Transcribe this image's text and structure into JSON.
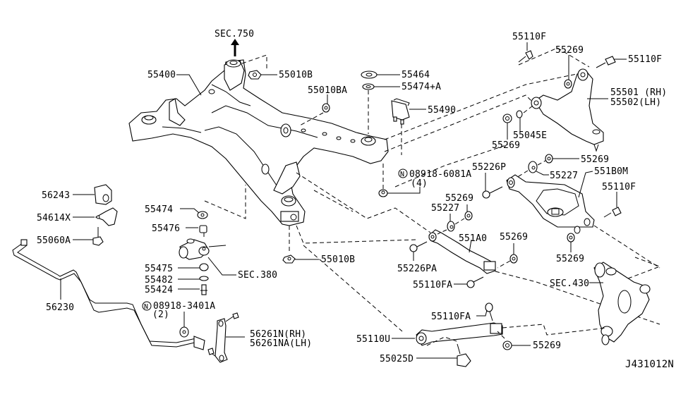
{
  "diagram": {
    "title": "Rear Suspension Member / Suspension Links Parts Diagram",
    "figure_code": "J431012N",
    "section_refs": {
      "sec750": "SEC.750",
      "sec380": "SEC.380",
      "sec430": "SEC.430"
    },
    "callouts": {
      "p55400": "55400",
      "p55010B_top": "55010B",
      "p55010BA": "55010BA",
      "p55464": "55464",
      "p55474A": "55474+A",
      "p55490": "55490",
      "p55110F_a": "55110F",
      "p55269_a": "55269",
      "p55110F_b": "55110F",
      "p55501": "55501 (RH)",
      "p55502": "55502(LH)",
      "p55045E": "55045E",
      "p55269_b": "55269",
      "p08918_6081A": "08918-6081A",
      "p08918_6081A_qty": "(4)",
      "p55226P": "55226P",
      "p55269_c": "55269",
      "p55227_a": "55227",
      "p551B0M": "551B0M",
      "p55110F_c": "55110F",
      "p55269_d": "55269",
      "p55227_b": "55227",
      "p551A0": "551A0",
      "p55269_e": "55269",
      "p55226PA": "55226PA",
      "p55110FA_a": "55110FA",
      "p55269_f": "55269",
      "p55110FA_b": "55110FA",
      "p55110U": "55110U",
      "p55269_g": "55269",
      "p55025D": "55025D",
      "p56243": "56243",
      "p54614X": "54614X",
      "p55060A": "55060A",
      "p56230": "56230",
      "p55474": "55474",
      "p55476": "55476",
      "p55475": "55475",
      "p55482": "55482",
      "p55424": "55424",
      "p55010B_bottom": "55010B",
      "p08918_3401A": "08918-3401A",
      "p08918_3401A_qty": "(2)",
      "p56261N": "56261N(RH)",
      "p56261NA": "56261NA(LH)"
    },
    "n_marker": "N"
  }
}
